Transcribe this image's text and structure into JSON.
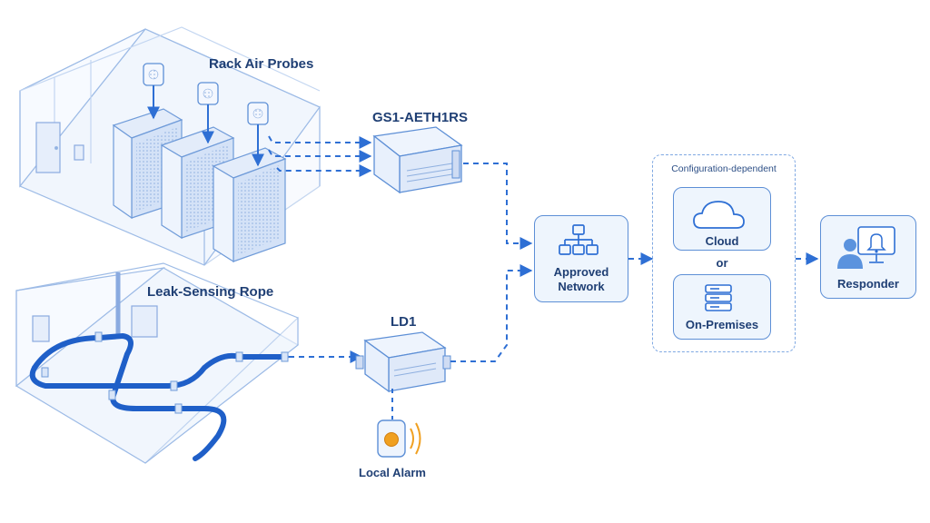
{
  "labels": {
    "rack_air_probes": "Rack Air Probes",
    "gateway": "GS1-AETH1RS",
    "leak_rope": "Leak-Sensing Rope",
    "ld1": "LD1",
    "local_alarm": "Local Alarm",
    "approved_network": "Approved\nNetwork",
    "config_dependent": "Configuration-dependent",
    "cloud": "Cloud",
    "or": "or",
    "on_premises": "On-Premises",
    "responder": "Responder"
  },
  "icons": {
    "network": "hierarchy-icon",
    "cloud": "cloud-icon",
    "server": "server-stack-icon",
    "responder": "person-icon",
    "alert": "bell-icon",
    "alarm": "alarm-device-icon"
  },
  "colors": {
    "line": "#2e6fd4",
    "outline": "#5d8fd6",
    "fill": "#eef5fd",
    "alarm": "#f0a020",
    "text": "#1f3f74"
  }
}
